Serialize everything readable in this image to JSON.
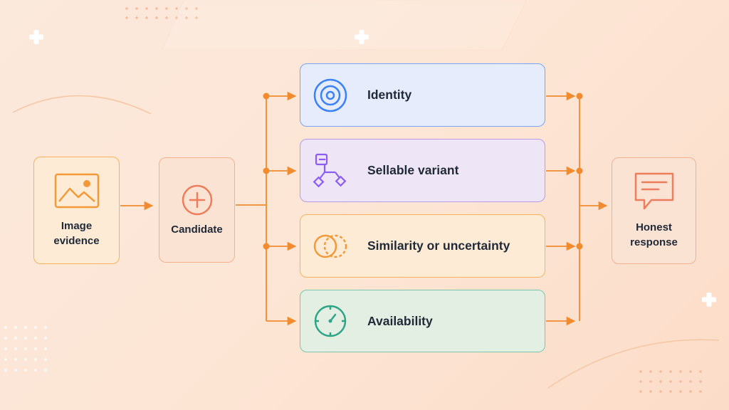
{
  "diagram": {
    "source": {
      "label": "Image\nevidence",
      "icon": "image-icon"
    },
    "candidate": {
      "label": "Candidate",
      "icon": "plus-circle-icon"
    },
    "branches": [
      {
        "label": "Identity",
        "icon": "target-icon",
        "color": "#3b82f6",
        "fill": "#e6ecfb"
      },
      {
        "label": "Sellable variant",
        "icon": "variant-tree-icon",
        "color": "#8b5cf6",
        "fill": "#eee5f6"
      },
      {
        "label": "Similarity or uncertainty",
        "icon": "overlap-circles-icon",
        "color": "#f29a3a",
        "fill": "#fdebd6"
      },
      {
        "label": "Availability",
        "icon": "clock-icon",
        "color": "#2fa588",
        "fill": "#e4efe3"
      }
    ],
    "output": {
      "label": "Honest\nresponse",
      "icon": "speech-bubble-icon"
    },
    "accent_color": "#f28a2e"
  }
}
